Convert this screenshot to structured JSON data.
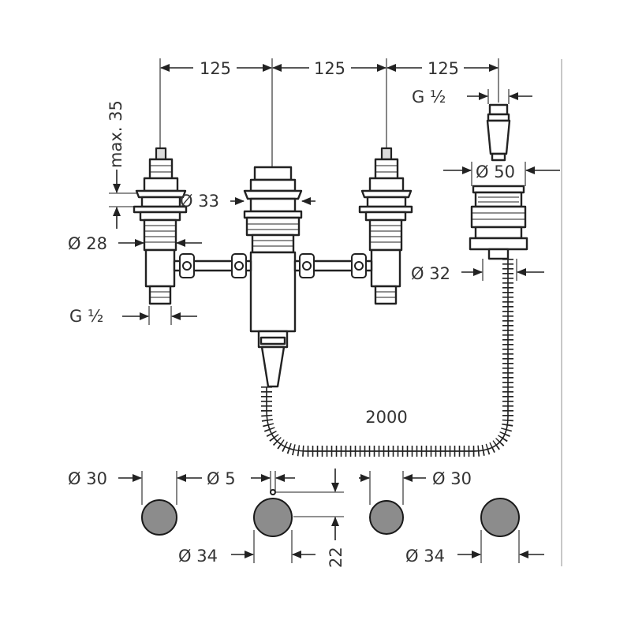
{
  "dimensions": {
    "spacing_1": "125",
    "spacing_2": "125",
    "spacing_3": "125",
    "max_height": "max. 35",
    "thread_top": "G ½",
    "thread_left": "G ½",
    "dia_33": "Ø 33",
    "dia_28": "Ø 28",
    "dia_50": "Ø 50",
    "dia_32": "Ø 32",
    "hose_length": "2000",
    "dia_30_left": "Ø 30",
    "dia_5": "Ø 5",
    "dia_30_right": "Ø 30",
    "dia_34_left": "Ø 34",
    "dia_34_right": "Ø 34",
    "depth_22": "22"
  },
  "colors": {
    "line": "#222222",
    "text": "#333333",
    "fill_dark": "#8c8c8c",
    "border": "#b5b5b5"
  }
}
